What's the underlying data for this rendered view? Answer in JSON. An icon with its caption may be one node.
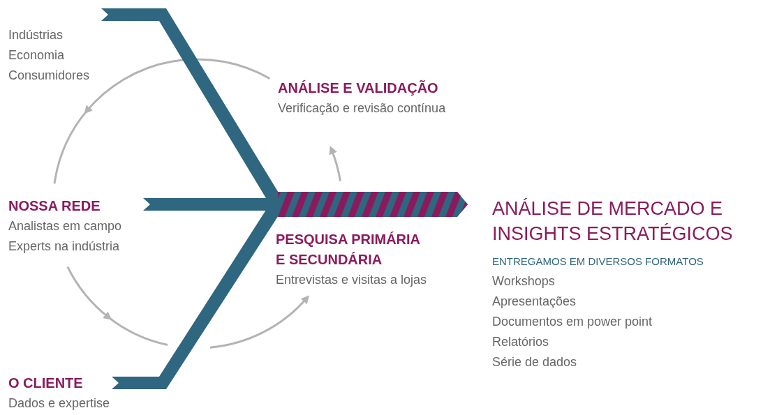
{
  "diagram": {
    "nodes": [
      {
        "text": [
          "Indústrias",
          "Economia",
          "Consumidores"
        ]
      },
      {
        "text": [
          "NOSSA REDE",
          "Analistas em campo",
          "Experts na indústria"
        ]
      },
      {
        "text": [
          "O CLIENTE",
          "Dados e expertise"
        ]
      },
      {
        "text": [
          "ANÁLISE E VALIDAÇÃO",
          "Verificação e revisão contínua"
        ]
      },
      {
        "text": [
          "PESQUISA PRIMÁRIA E SECUNDÁRIA",
          "Entrevistas e visitas a lojas"
        ]
      },
      {
        "text": [],
        "shape": "bar"
      },
      {
        "text": [
          "ANÁLISE DE MERCADO E INSIGHTS ESTRATÉGICOS",
          "ENTREGAMOS EM DIVERSOS FORMATOS",
          "Workshops",
          "Apresentações",
          "Documentos em power point",
          "Relatórios",
          "Série de dados"
        ]
      }
    ],
    "edges": [
      {
        "from": 0,
        "to": 5,
        "arrow": "none",
        "style": "thick",
        "color": "#2f6680"
      },
      {
        "from": 1,
        "to": 5,
        "arrow": "none",
        "style": "thick",
        "color": "#2f6680"
      },
      {
        "from": 2,
        "to": 5,
        "arrow": "none",
        "style": "thick",
        "color": "#2f6680"
      }
    ]
  }
}
